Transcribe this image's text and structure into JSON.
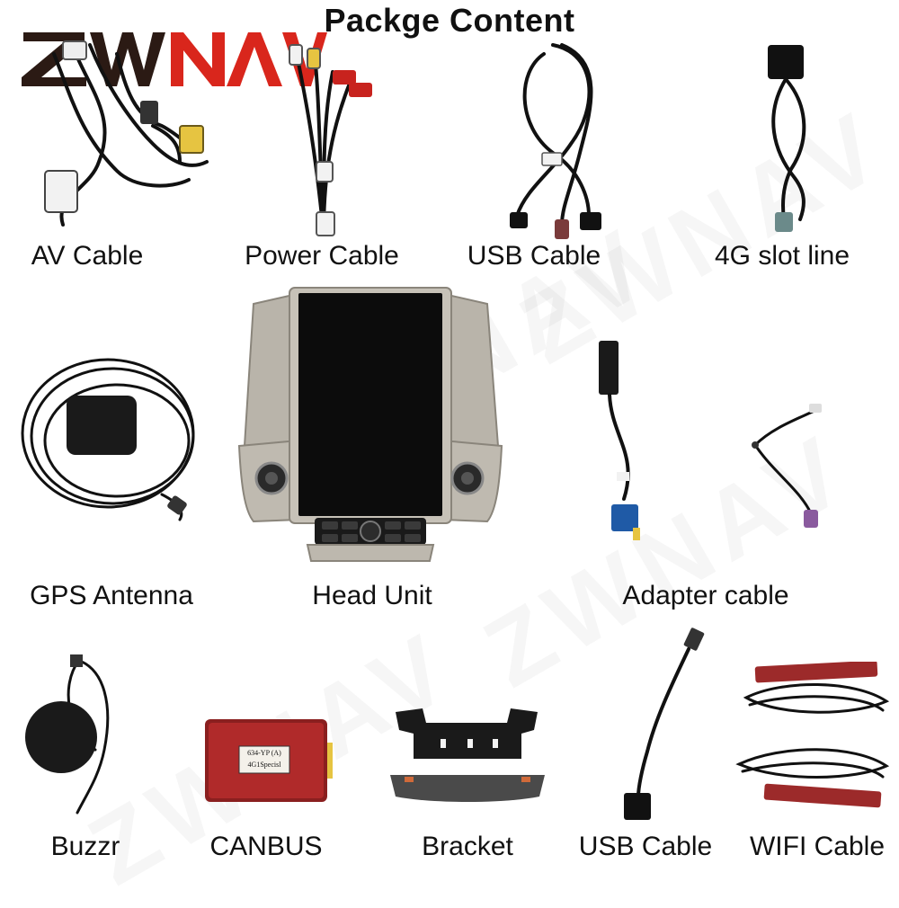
{
  "brand": {
    "logo_text": "ZWNAV",
    "logo_dark": "#2b1a14",
    "logo_red": "#d9261c"
  },
  "heading": "Packge Content",
  "items": {
    "av_cable": "AV Cable",
    "power_cable": "Power Cable",
    "usb_cable_top": "USB Cable",
    "slot_line": "4G slot line",
    "gps_antenna": "GPS Antenna",
    "head_unit": "Head Unit",
    "adapter_cable": "Adapter cable",
    "buzzer": "Buzzr",
    "canbus": "CANBUS",
    "bracket": "Bracket",
    "usb_cable_bottom": "USB Cable",
    "wifi_cable": "WIFI Cable"
  },
  "canbus_sticker": {
    "line1": "634-YP (A)",
    "line2": "4G1Specisl"
  },
  "colors": {
    "cable": "#111111",
    "connector_white": "#f2f2f2",
    "connector_red": "#c8231e",
    "connector_yellow": "#e6c441",
    "connector_blue": "#1f5aa6",
    "connector_purple": "#8a5a9e",
    "panel_silver": "#b9b4aa",
    "antenna_red": "#9c2a2a"
  }
}
